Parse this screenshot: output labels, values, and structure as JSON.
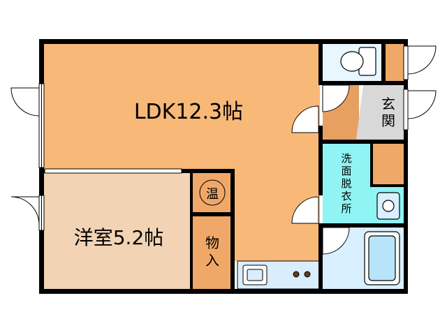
{
  "rooms": {
    "ldk": {
      "label": "LDK12.3帖"
    },
    "western": {
      "label": "洋室5.2帖"
    },
    "storage": {
      "label_top": "物",
      "label_bottom": "入"
    },
    "water_heater": {
      "label": "温"
    },
    "entrance": {
      "label_top": "玄",
      "label_bottom": "関"
    },
    "washroom": {
      "line1": "洗",
      "line2": "面",
      "line3": "脱",
      "line4": "衣",
      "line5": "所"
    }
  },
  "colors": {
    "ldk": "#f8b878",
    "western": "#f2d4b4",
    "storage": "#f0a868",
    "entrance_floor": "#d8d8d8",
    "washroom": "#90f4f4",
    "bath": "#d8f0ff",
    "toilet_room": "#e8f6ff",
    "wall": "#000000"
  }
}
